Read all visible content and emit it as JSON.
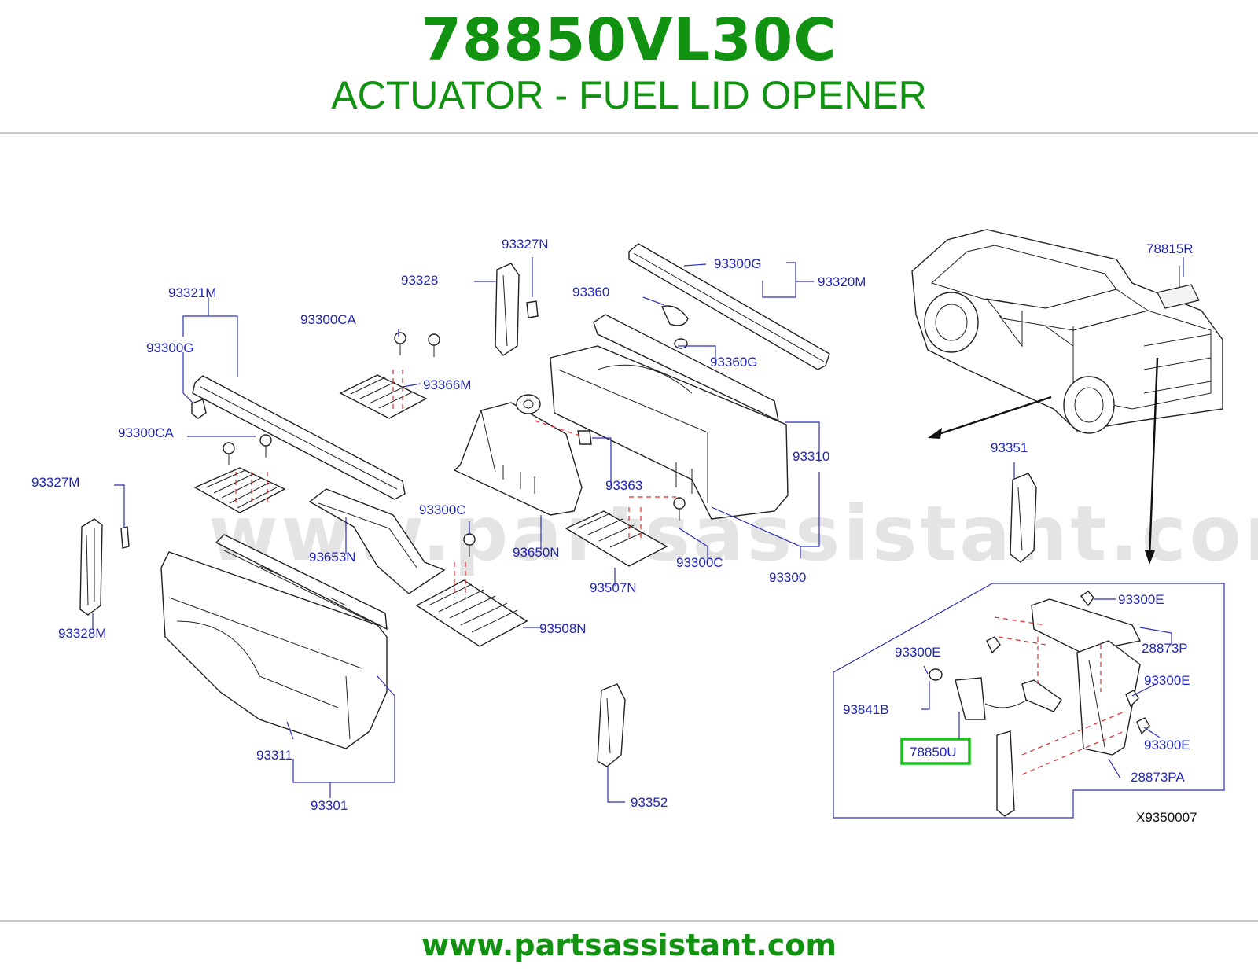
{
  "header": {
    "part_number": "78850VL30C",
    "description": "ACTUATOR - FUEL LID OPENER"
  },
  "diagram": {
    "watermark": "www.partsassistant.com",
    "diagram_code": "X9350007",
    "highlighted_part": "78850U",
    "highlight_color": "#19c419",
    "label_color": "#1f26b8",
    "callout_color": "#e0282a",
    "labels": {
      "p93327N": "93327N",
      "p93328": "93328",
      "p93360": "93360",
      "p93300G_top": "93300G",
      "p93320M": "93320M",
      "p78815R": "78815R",
      "p93321M": "93321M",
      "p93300CA_top": "93300CA",
      "p93300G_left": "93300G",
      "p93366M": "93366M",
      "p93360G": "93360G",
      "p93300CA_mid": "93300CA",
      "p93310": "93310",
      "p93351": "93351",
      "p93327M": "93327M",
      "p93363": "93363",
      "p93300C_left": "93300C",
      "p93653N": "93653N",
      "p93650N": "93650N",
      "p93300C_right": "93300C",
      "p93300": "93300",
      "p93507N": "93507N",
      "p93328M": "93328M",
      "p93508N": "93508N",
      "p93300E_1": "93300E",
      "p28873P": "28873P",
      "p93300E_2": "93300E",
      "p93300E_3": "93300E",
      "p93841B": "93841B",
      "p93300E_4": "93300E",
      "p78850U": "78850U",
      "p28873PA": "28873PA",
      "p93311": "93311",
      "p93301": "93301",
      "p93352": "93352"
    }
  },
  "footer": {
    "url": "www.partsassistant.com"
  }
}
